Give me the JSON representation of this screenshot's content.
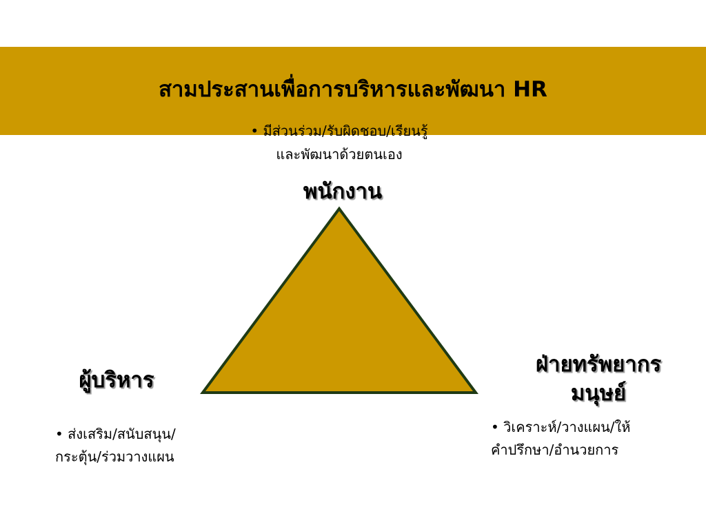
{
  "slide": {
    "title": "สามประสานเพื่อการบริหารและพัฒนา HR"
  },
  "colors": {
    "title_band": "#CC9900",
    "triangle_fill": "#CC9900",
    "triangle_stroke": "#1F3A14"
  },
  "diagram": {
    "employee": {
      "label": "พนักงาน",
      "note_lines": [
        "• มีส่วนร่วม/รับผิดชอบ/เรียนรู้",
        "และพัฒนาด้วยตนเอง"
      ]
    },
    "manager": {
      "label": "ผู้บริหาร",
      "note_lines": [
        "• ส่งเสริม/สนับสนุน/",
        "กระตุ้น/ร่วมวางแผน"
      ]
    },
    "hr_department": {
      "label_lines": [
        "ฝ่ายทรัพยากร",
        "มนุษย์"
      ],
      "note_lines": [
        "• วิเคราะห์/วางแผน/ให้",
        "คำปรึกษา/อำนวยการ"
      ]
    }
  }
}
